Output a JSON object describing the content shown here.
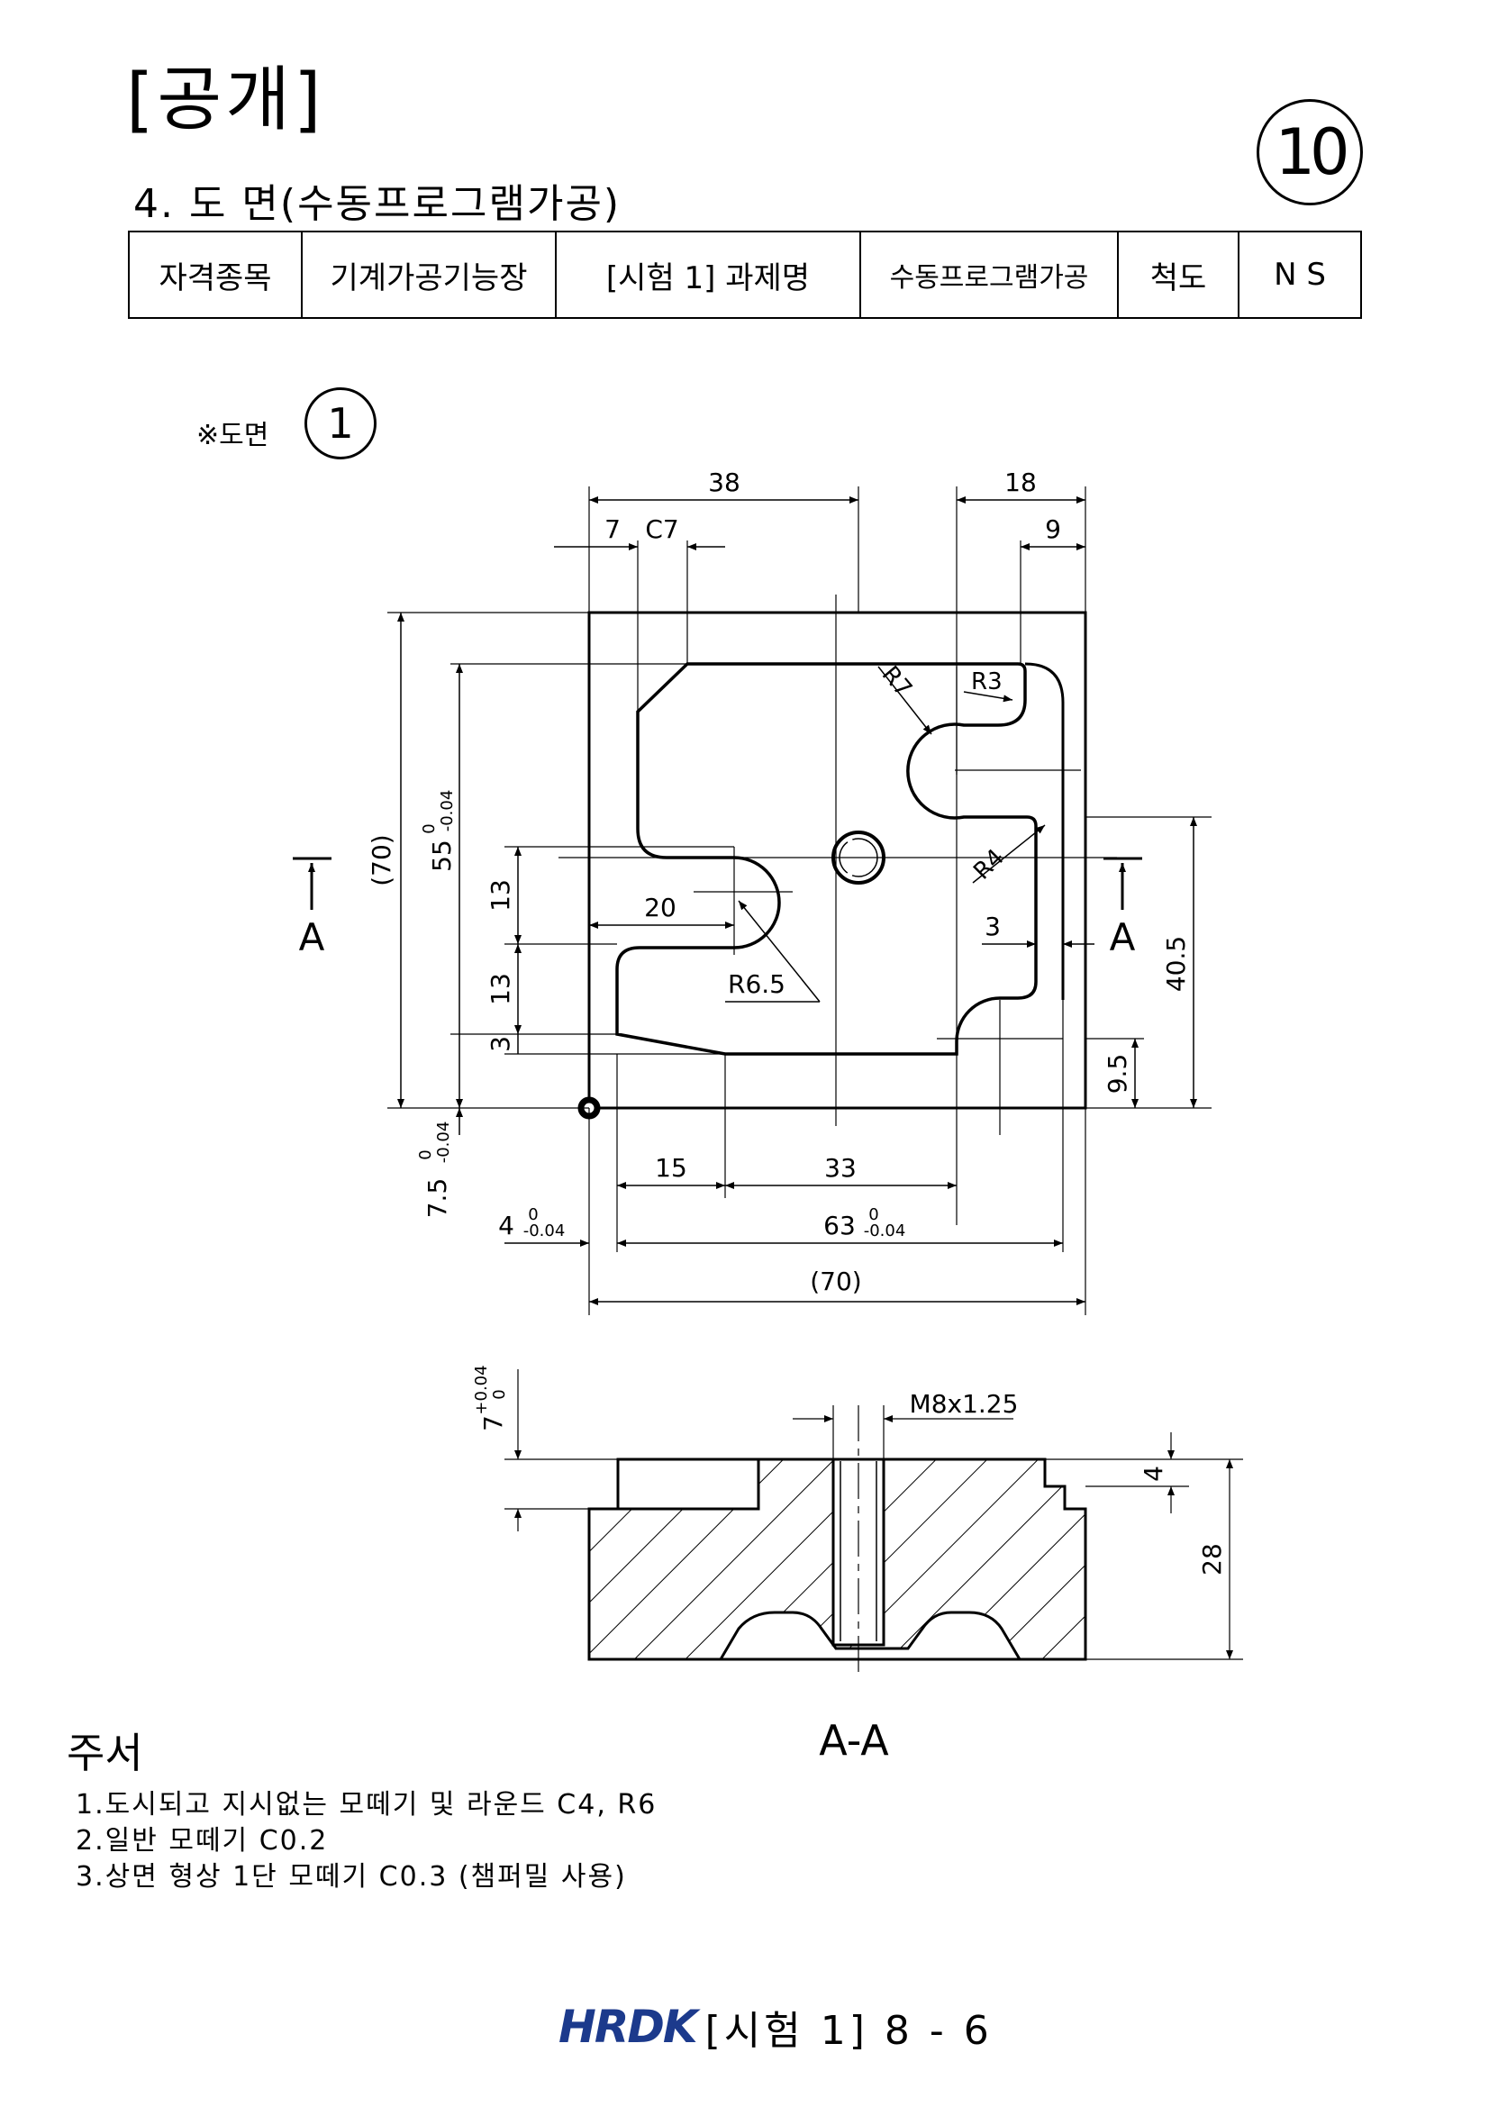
{
  "header": {
    "stamp": "[공개]",
    "page_no": "10",
    "section_title": "4. 도 면(수동프로그램가공)"
  },
  "info_table": {
    "col1": "자격종목",
    "col2": "기계가공기능장",
    "col3": "[시험 1] 과제명",
    "col4": "수동프로그램가공",
    "col5": "척도",
    "col6": "N S"
  },
  "drawing_label": "※도면",
  "drawing_no": "1",
  "dims": {
    "d38": "38",
    "d18": "18",
    "d7": "7",
    "c7": "C7",
    "d9": "9",
    "r7": "R7",
    "r3": "R3",
    "r4": "R4",
    "r65": "R6.5",
    "d20": "20",
    "d3a": "3",
    "d13a": "13",
    "d13b": "13",
    "d3b": "3",
    "d70v": "(70)",
    "d55": "55",
    "d55tol_up": "0",
    "d55tol_lo": "-0.04",
    "d405": "40.5",
    "d95": "9.5",
    "d15": "15",
    "d33": "33",
    "d75": "7.5",
    "d75tol_up": "0",
    "d75tol_lo": "-0.04",
    "d4": "4",
    "d4tol_up": "0",
    "d4tol_lo": "-0.04",
    "d63": "63",
    "d63tol_up": "0",
    "d63tol_lo": "-0.04",
    "d70h": "(70)",
    "sec_a": "A",
    "d7s": "7",
    "d7s_up": "+0.04",
    "d7s_lo": "0",
    "m8": "M8x1.25",
    "d4s": "4",
    "d28": "28",
    "section_label": "A-A"
  },
  "notes": {
    "title": "주서",
    "items": [
      "1.도시되고 지시없는 모떼기 및 라운드 C4, R6",
      "2.일반 모떼기 C0.2",
      "3.상면 형상 1단 모떼기 C0.3 (챔퍼밀 사용)"
    ]
  },
  "footer": {
    "logo": "HRDK",
    "text": "[시험 1] 8 - 6"
  }
}
